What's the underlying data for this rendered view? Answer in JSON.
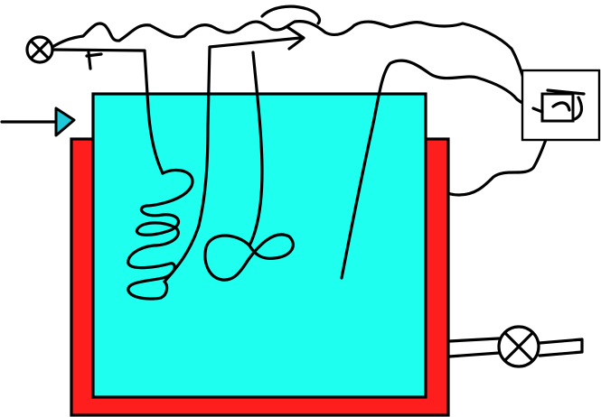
{
  "diagram": {
    "type": "hand-drawn process schematic: heated tank with coil, agitator, probe, controller",
    "colors": {
      "jacket": "#ff1e1e",
      "liquid": "#1effef",
      "ink": "#000000",
      "background": "#ffffff"
    },
    "components": [
      {
        "id": "tank",
        "icon": "tank-icon"
      },
      {
        "id": "heating-jacket",
        "icon": "jacket-icon"
      },
      {
        "id": "heating-coil",
        "icon": "coil-icon"
      },
      {
        "id": "agitator",
        "icon": "agitator-icon"
      },
      {
        "id": "temperature-probe",
        "icon": "probe-icon"
      },
      {
        "id": "controller",
        "icon": "controller-box-icon"
      },
      {
        "id": "inlet-valve",
        "icon": "valve-icon"
      },
      {
        "id": "outlet-valve",
        "icon": "valve-icon"
      },
      {
        "id": "inlet-arrow",
        "icon": "arrow-icon"
      }
    ]
  }
}
